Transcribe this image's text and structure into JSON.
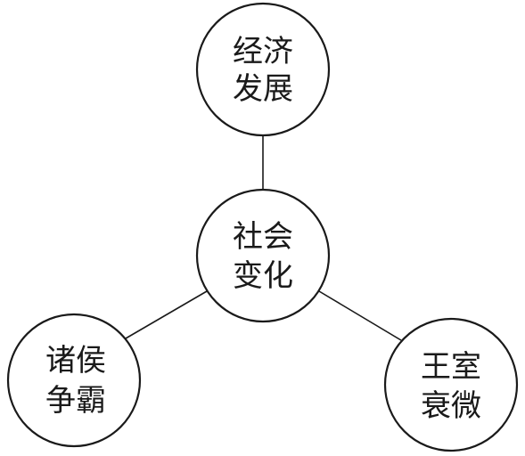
{
  "diagram": {
    "center": {
      "line1": "社会",
      "line2": "变化"
    },
    "top": {
      "line1": "经济",
      "line2": "发展"
    },
    "left": {
      "line1": "诸侯",
      "line2": "争霸"
    },
    "right": {
      "line1": "王室",
      "line2": "衰微"
    }
  },
  "colors": {
    "stroke": "#1a1a1a",
    "background": "#ffffff"
  }
}
